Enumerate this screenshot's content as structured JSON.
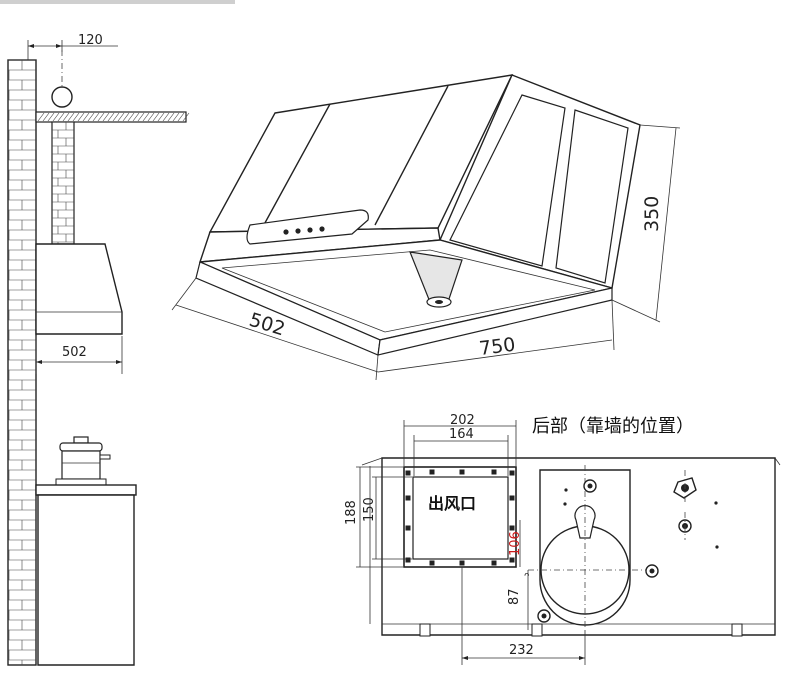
{
  "side_view": {
    "dim_top": "120",
    "dim_width": "502"
  },
  "iso_view": {
    "dim_depth": "502",
    "dim_width": "750",
    "dim_height": "350"
  },
  "rear_view": {
    "title": "后部（靠墙的位置）",
    "outlet_label": "出风口",
    "dim_outer_width": "202",
    "dim_inner_width": "164",
    "dim_outer_height": "188",
    "dim_inner_height": "150",
    "dim_offset": "106",
    "dim_vertical": "87",
    "dim_bottom": "232"
  },
  "colors": {
    "line": "#222222",
    "red_dimension": "#cc1a1a"
  }
}
